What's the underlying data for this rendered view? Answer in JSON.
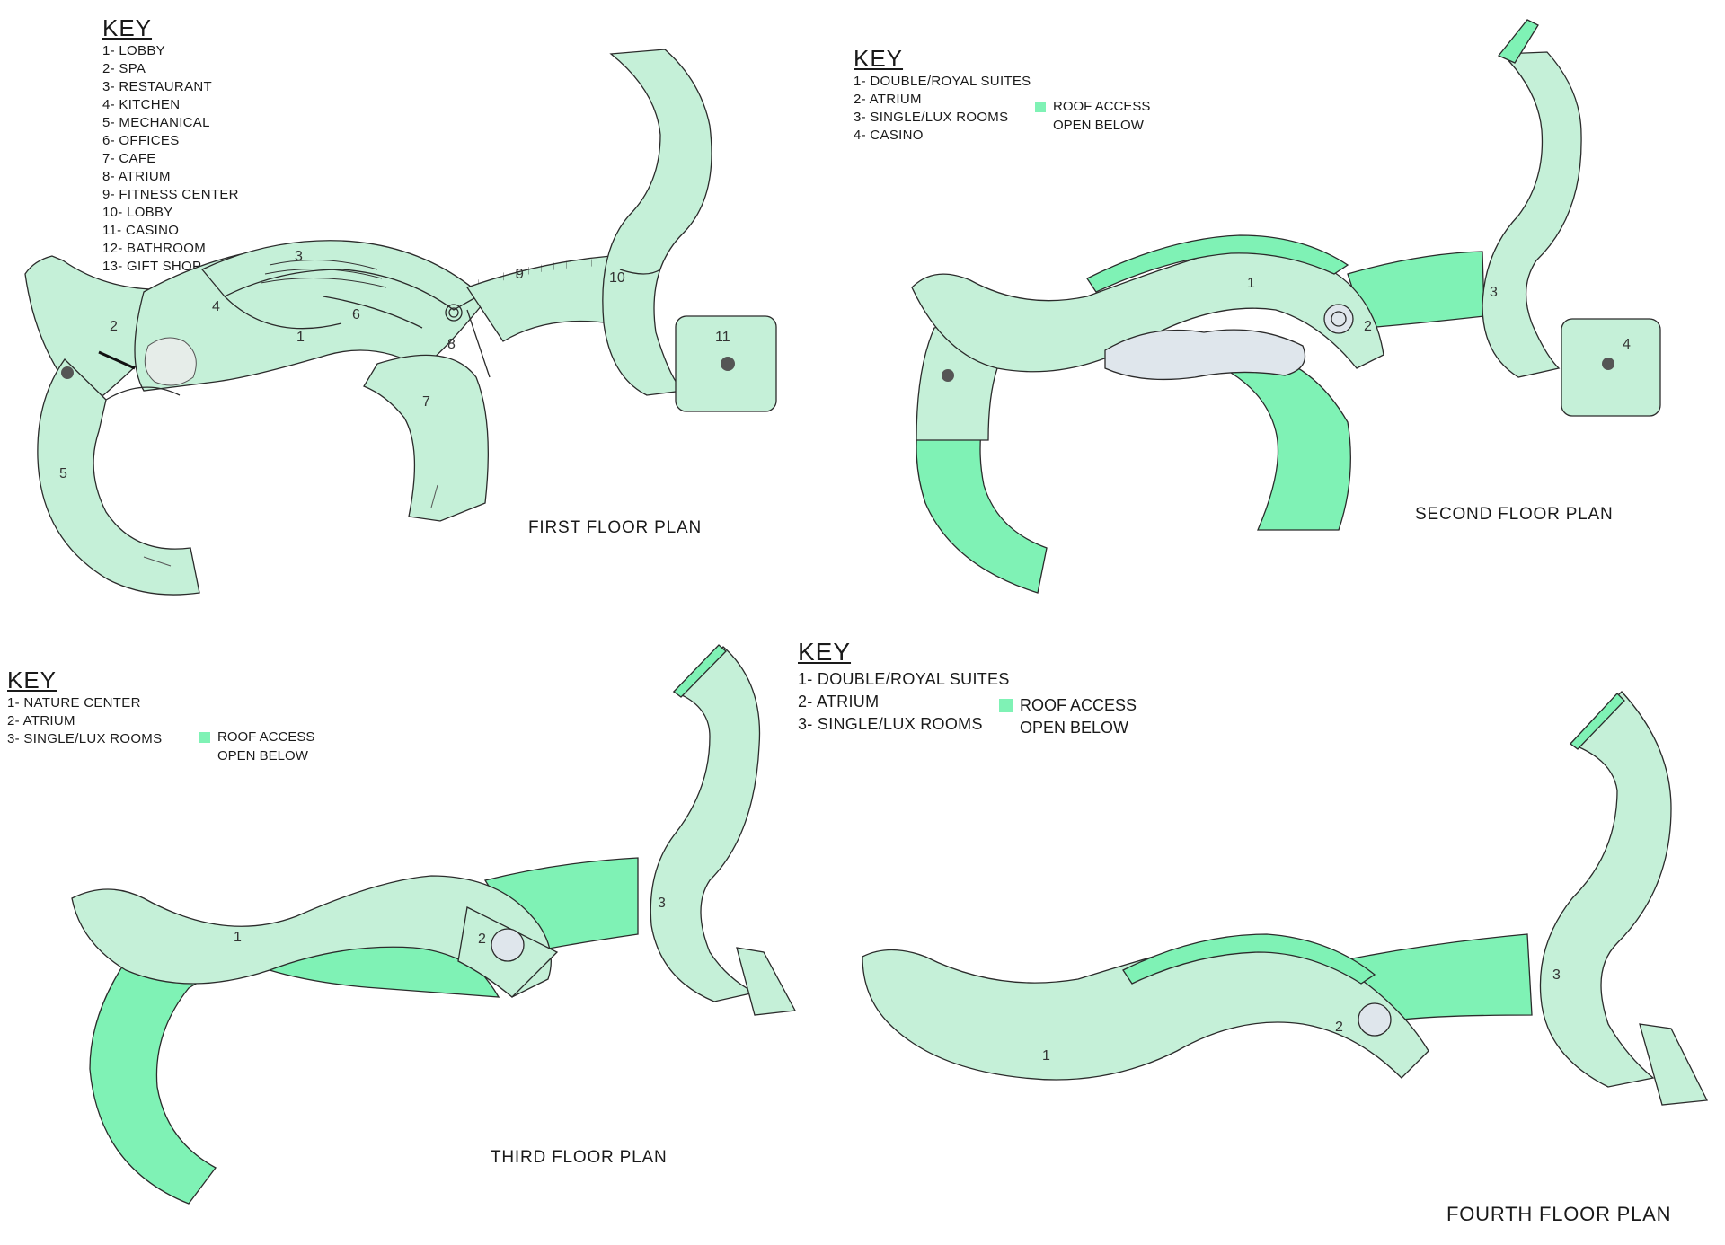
{
  "colors": {
    "floor_fill": "#c5f0d8",
    "open_below": "#7ff2b5",
    "outline": "#2b2b2b",
    "pool": "#dfe6ec"
  },
  "plans": [
    {
      "id": "first",
      "title": "FIRST FLOOR PLAN",
      "key_title": "KEY",
      "key_items": [
        "1- LOBBY",
        "2- SPA",
        "3- RESTAURANT",
        "4- KITCHEN",
        "5- MECHANICAL",
        "6- OFFICES",
        "7- CAFE",
        "8- ATRIUM",
        "9- FITNESS CENTER",
        "10- LOBBY",
        "11- CASINO",
        "12- BATHROOM",
        "13- GIFT SHOP"
      ],
      "room_labels": [
        "1",
        "2",
        "3",
        "4",
        "5",
        "6",
        "7",
        "8",
        "9",
        "10",
        "11"
      ]
    },
    {
      "id": "second",
      "title": "SECOND FLOOR PLAN",
      "key_title": "KEY",
      "key_items": [
        "1- DOUBLE/ROYAL SUITES",
        "2- ATRIUM",
        "3- SINGLE/LUX ROOMS",
        "4- CASINO"
      ],
      "legend": [
        "ROOF ACCESS",
        "OPEN BELOW"
      ],
      "room_labels": [
        "1",
        "2",
        "3",
        "4"
      ]
    },
    {
      "id": "third",
      "title": "THIRD FLOOR PLAN",
      "key_title": "KEY",
      "key_items": [
        "1- NATURE CENTER",
        "2- ATRIUM",
        "3- SINGLE/LUX ROOMS"
      ],
      "legend": [
        "ROOF ACCESS",
        "OPEN BELOW"
      ],
      "room_labels": [
        "1",
        "2",
        "3"
      ]
    },
    {
      "id": "fourth",
      "title": "FOURTH FLOOR PLAN",
      "key_title": "KEY",
      "key_items": [
        "1- DOUBLE/ROYAL SUITES",
        "2- ATRIUM",
        "3- SINGLE/LUX ROOMS"
      ],
      "legend": [
        "ROOF ACCESS",
        "OPEN BELOW"
      ],
      "room_labels": [
        "1",
        "2",
        "3"
      ]
    }
  ]
}
